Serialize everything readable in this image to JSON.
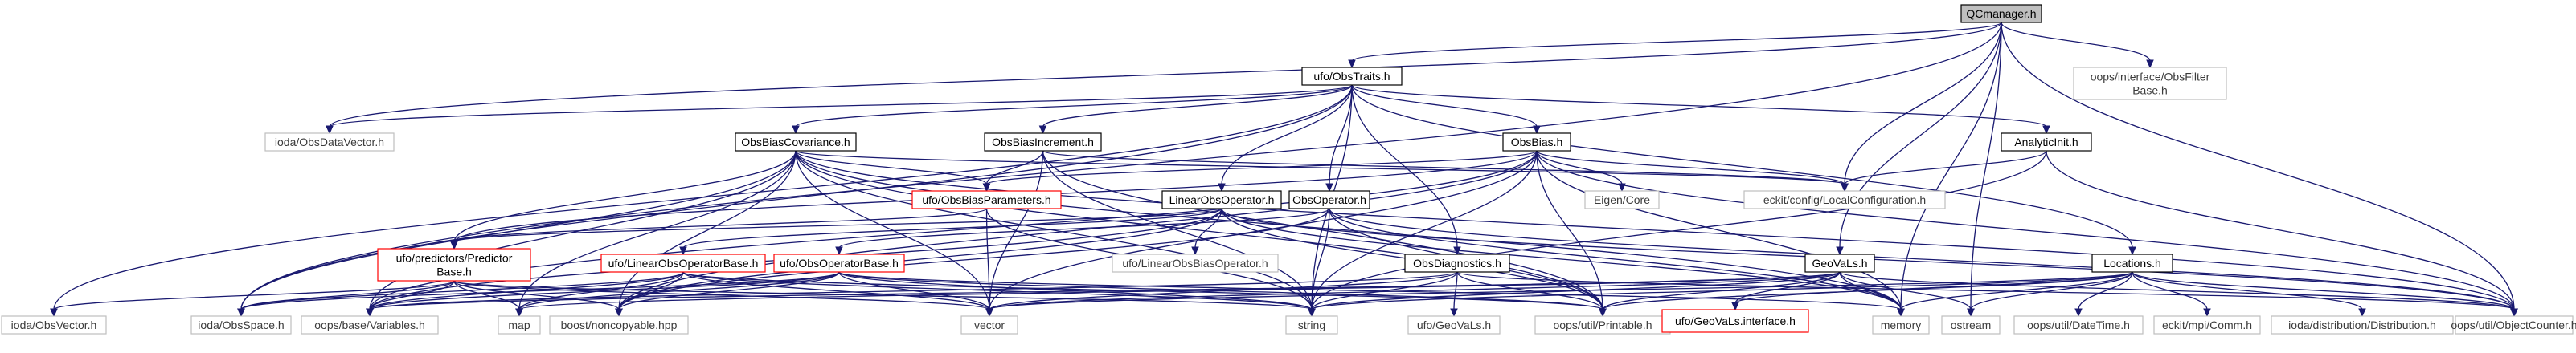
{
  "graph": {
    "nodes": [
      {
        "id": "qcmanager",
        "kind": "root",
        "lines": [
          "QCmanager.h"
        ]
      },
      {
        "id": "obstraits",
        "kind": "normal",
        "lines": [
          "ufo/ObsTraits.h"
        ]
      },
      {
        "id": "obsfilterbase",
        "kind": "missing",
        "lines": [
          "oops/interface/ObsFilter",
          "Base.h"
        ]
      },
      {
        "id": "obsdatavector",
        "kind": "missing",
        "lines": [
          "ioda/ObsDataVector.h"
        ]
      },
      {
        "id": "obsbiascovariance",
        "kind": "normal",
        "lines": [
          "ObsBiasCovariance.h"
        ]
      },
      {
        "id": "obsbiasincrement",
        "kind": "normal",
        "lines": [
          "ObsBiasIncrement.h"
        ]
      },
      {
        "id": "obsbias",
        "kind": "normal",
        "lines": [
          "ObsBias.h"
        ]
      },
      {
        "id": "analyticinit",
        "kind": "normal",
        "lines": [
          "AnalyticInit.h"
        ]
      },
      {
        "id": "obsbiasparameters",
        "kind": "hl",
        "lines": [
          "ufo/ObsBiasParameters.h"
        ]
      },
      {
        "id": "eigencore",
        "kind": "missing",
        "lines": [
          "Eigen/Core"
        ]
      },
      {
        "id": "localconfiguration",
        "kind": "missing",
        "lines": [
          "eckit/config/LocalConfiguration.h"
        ]
      },
      {
        "id": "linearobsoperator",
        "kind": "normal",
        "lines": [
          "LinearObsOperator.h"
        ]
      },
      {
        "id": "obsoperator",
        "kind": "normal",
        "lines": [
          "ObsOperator.h"
        ]
      },
      {
        "id": "linearobsbiasoperator",
        "kind": "missing",
        "lines": [
          "ufo/LinearObsBiasOperator.h"
        ]
      },
      {
        "id": "predictorbase",
        "kind": "hl",
        "lines": [
          "ufo/predictors/Predictor",
          "Base.h"
        ]
      },
      {
        "id": "linearobsoperatorbase",
        "kind": "hl",
        "lines": [
          "ufo/LinearObsOperatorBase.h"
        ]
      },
      {
        "id": "obsoperatorbase",
        "kind": "hl",
        "lines": [
          "ufo/ObsOperatorBase.h"
        ]
      },
      {
        "id": "obsdiagnostics",
        "kind": "normal",
        "lines": [
          "ObsDiagnostics.h"
        ]
      },
      {
        "id": "geovals",
        "kind": "normal",
        "lines": [
          "GeoVaLs.h"
        ]
      },
      {
        "id": "locations",
        "kind": "normal",
        "lines": [
          "Locations.h"
        ]
      },
      {
        "id": "obsvector",
        "kind": "missing",
        "lines": [
          "ioda/ObsVector.h"
        ]
      },
      {
        "id": "obsspace",
        "kind": "missing",
        "lines": [
          "ioda/ObsSpace.h"
        ]
      },
      {
        "id": "variables",
        "kind": "missing",
        "lines": [
          "oops/base/Variables.h"
        ]
      },
      {
        "id": "map",
        "kind": "missing",
        "lines": [
          "map"
        ]
      },
      {
        "id": "noncopyable",
        "kind": "missing",
        "lines": [
          "boost/noncopyable.hpp"
        ]
      },
      {
        "id": "vector",
        "kind": "missing",
        "lines": [
          "vector"
        ]
      },
      {
        "id": "string",
        "kind": "missing",
        "lines": [
          "string"
        ]
      },
      {
        "id": "ufogeovals",
        "kind": "missing",
        "lines": [
          "ufo/GeoVaLs.h"
        ]
      },
      {
        "id": "printable",
        "kind": "missing",
        "lines": [
          "oops/util/Printable.h"
        ]
      },
      {
        "id": "geovalsinterface",
        "kind": "hl",
        "lines": [
          "ufo/GeoVaLs.interface.h"
        ]
      },
      {
        "id": "memory",
        "kind": "missing",
        "lines": [
          "memory"
        ]
      },
      {
        "id": "ostream",
        "kind": "missing",
        "lines": [
          "ostream"
        ]
      },
      {
        "id": "datetime",
        "kind": "missing",
        "lines": [
          "oops/util/DateTime.h"
        ]
      },
      {
        "id": "comm",
        "kind": "missing",
        "lines": [
          "eckit/mpi/Comm.h"
        ]
      },
      {
        "id": "distribution",
        "kind": "missing",
        "lines": [
          "ioda/distribution/Distribution.h"
        ]
      },
      {
        "id": "objectcounter",
        "kind": "missing",
        "lines": [
          "oops/util/ObjectCounter.h"
        ]
      }
    ],
    "edges": [
      [
        "qcmanager",
        "obstraits"
      ],
      [
        "qcmanager",
        "obsfilterbase"
      ],
      [
        "qcmanager",
        "localconfiguration"
      ],
      [
        "qcmanager",
        "geovals"
      ],
      [
        "qcmanager",
        "memory"
      ],
      [
        "qcmanager",
        "ostream"
      ],
      [
        "qcmanager",
        "obsspace"
      ],
      [
        "qcmanager",
        "obsdatavector"
      ],
      [
        "qcmanager",
        "objectcounter"
      ],
      [
        "obstraits",
        "obsdatavector"
      ],
      [
        "obstraits",
        "obsbiascovariance"
      ],
      [
        "obstraits",
        "obsbiasincrement"
      ],
      [
        "obstraits",
        "obsbias"
      ],
      [
        "obstraits",
        "analyticinit"
      ],
      [
        "obstraits",
        "linearobsoperator"
      ],
      [
        "obstraits",
        "obsoperator"
      ],
      [
        "obstraits",
        "obsdiagnostics"
      ],
      [
        "obstraits",
        "locations"
      ],
      [
        "obstraits",
        "obsvector"
      ],
      [
        "obstraits",
        "obsspace"
      ],
      [
        "obstraits",
        "string"
      ],
      [
        "obsbiascovariance",
        "obsbiasparameters"
      ],
      [
        "obsbiascovariance",
        "predictorbase"
      ],
      [
        "obsbiascovariance",
        "localconfiguration"
      ],
      [
        "obsbiascovariance",
        "obsspace"
      ],
      [
        "obsbiascovariance",
        "variables"
      ],
      [
        "obsbiascovariance",
        "map"
      ],
      [
        "obsbiascovariance",
        "noncopyable"
      ],
      [
        "obsbiascovariance",
        "vector"
      ],
      [
        "obsbiascovariance",
        "string"
      ],
      [
        "obsbiascovariance",
        "printable"
      ],
      [
        "obsbiascovariance",
        "memory"
      ],
      [
        "obsbiascovariance",
        "objectcounter"
      ],
      [
        "obsbiasincrement",
        "obsbiasparameters"
      ],
      [
        "obsbiasincrement",
        "localconfiguration"
      ],
      [
        "obsbiasincrement",
        "vector"
      ],
      [
        "obsbiasincrement",
        "string"
      ],
      [
        "obsbiasincrement",
        "printable"
      ],
      [
        "obsbias",
        "obsbiasparameters"
      ],
      [
        "obsbias",
        "eigencore"
      ],
      [
        "obsbias",
        "localconfiguration"
      ],
      [
        "obsbias",
        "predictorbase"
      ],
      [
        "obsbias",
        "variables"
      ],
      [
        "obsbias",
        "vector"
      ],
      [
        "obsbias",
        "string"
      ],
      [
        "obsbias",
        "printable"
      ],
      [
        "obsbias",
        "memory"
      ],
      [
        "obsbias",
        "objectcounter"
      ],
      [
        "obsbias",
        "noncopyable"
      ],
      [
        "analyticinit",
        "localconfiguration"
      ],
      [
        "analyticinit",
        "string"
      ],
      [
        "analyticinit",
        "objectcounter"
      ],
      [
        "obsbiasparameters",
        "vector"
      ],
      [
        "obsbiasparameters",
        "string"
      ],
      [
        "obsbiasparameters",
        "predictorbase"
      ],
      [
        "linearobsoperator",
        "linearobsbiasoperator"
      ],
      [
        "linearobsoperator",
        "linearobsoperatorbase"
      ],
      [
        "linearobsoperator",
        "variables"
      ],
      [
        "linearobsoperator",
        "noncopyable"
      ],
      [
        "linearobsoperator",
        "printable"
      ],
      [
        "linearobsoperator",
        "memory"
      ],
      [
        "linearobsoperator",
        "objectcounter"
      ],
      [
        "linearobsoperator",
        "predictorbase"
      ],
      [
        "obsoperator",
        "obsoperatorbase"
      ],
      [
        "obsoperator",
        "string"
      ],
      [
        "obsoperator",
        "printable"
      ],
      [
        "obsoperator",
        "memory"
      ],
      [
        "obsoperator",
        "noncopyable"
      ],
      [
        "obsoperator",
        "objectcounter"
      ],
      [
        "predictorbase",
        "obsvector"
      ],
      [
        "predictorbase",
        "obsspace"
      ],
      [
        "predictorbase",
        "variables"
      ],
      [
        "predictorbase",
        "map"
      ],
      [
        "predictorbase",
        "noncopyable"
      ],
      [
        "predictorbase",
        "vector"
      ],
      [
        "predictorbase",
        "string"
      ],
      [
        "linearobsoperatorbase",
        "obsspace"
      ],
      [
        "linearobsoperatorbase",
        "variables"
      ],
      [
        "linearobsoperatorbase",
        "map"
      ],
      [
        "linearobsoperatorbase",
        "noncopyable"
      ],
      [
        "linearobsoperatorbase",
        "vector"
      ],
      [
        "linearobsoperatorbase",
        "string"
      ],
      [
        "linearobsoperatorbase",
        "printable"
      ],
      [
        "obsoperatorbase",
        "obsspace"
      ],
      [
        "obsoperatorbase",
        "variables"
      ],
      [
        "obsoperatorbase",
        "map"
      ],
      [
        "obsoperatorbase",
        "noncopyable"
      ],
      [
        "obsoperatorbase",
        "vector"
      ],
      [
        "obsoperatorbase",
        "string"
      ],
      [
        "obsoperatorbase",
        "printable"
      ],
      [
        "obsoperatorbase",
        "memory"
      ],
      [
        "obsdiagnostics",
        "ufogeovals"
      ],
      [
        "obsdiagnostics",
        "printable"
      ],
      [
        "obsdiagnostics",
        "string"
      ],
      [
        "obsdiagnostics",
        "vector"
      ],
      [
        "obsdiagnostics",
        "variables"
      ],
      [
        "obsdiagnostics",
        "objectcounter"
      ],
      [
        "geovals",
        "geovalsinterface"
      ],
      [
        "geovals",
        "printable"
      ],
      [
        "geovals",
        "string"
      ],
      [
        "geovals",
        "vector"
      ],
      [
        "geovals",
        "variables"
      ],
      [
        "geovals",
        "memory"
      ],
      [
        "geovals",
        "ostream"
      ],
      [
        "geovals",
        "objectcounter"
      ],
      [
        "geovals",
        "map"
      ],
      [
        "locations",
        "datetime"
      ],
      [
        "locations",
        "comm"
      ],
      [
        "locations",
        "distribution"
      ],
      [
        "locations",
        "objectcounter"
      ],
      [
        "locations",
        "printable"
      ],
      [
        "locations",
        "string"
      ],
      [
        "locations",
        "vector"
      ],
      [
        "locations",
        "memory"
      ],
      [
        "locations",
        "ostream"
      ],
      [
        "locations",
        "geovalsinterface"
      ]
    ]
  }
}
